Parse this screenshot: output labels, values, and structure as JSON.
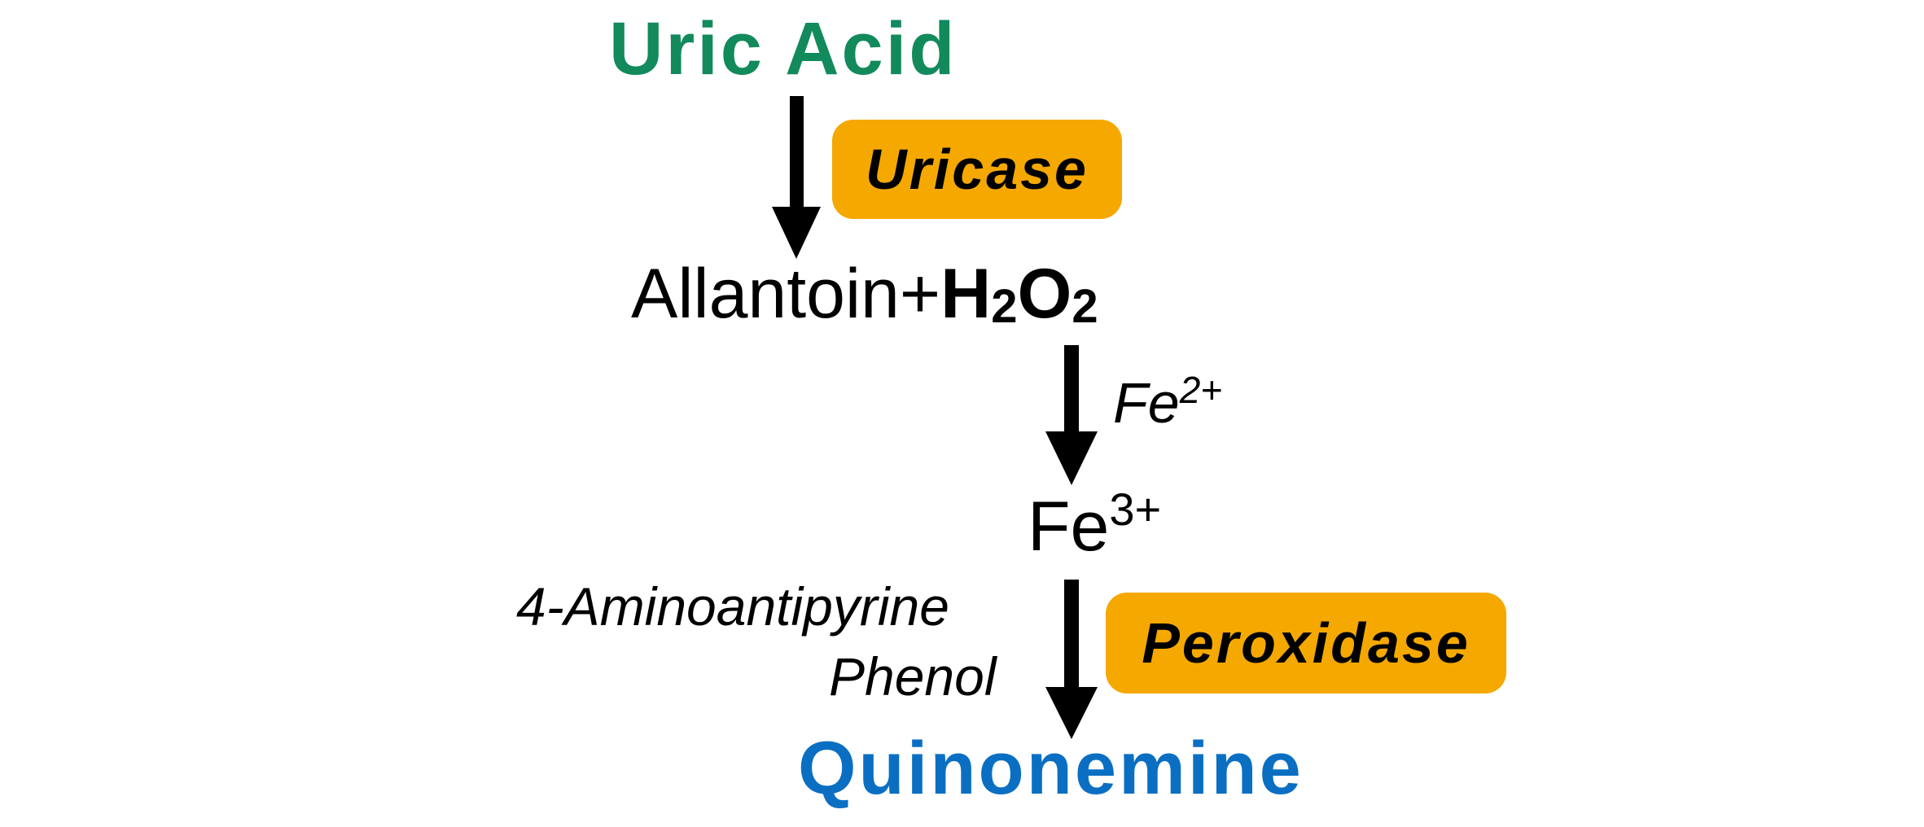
{
  "colors": {
    "substrate": "#128a5c",
    "product": "#0a6fc2",
    "enzyme_fill": "#f5a800",
    "arrow": "#000000"
  },
  "substrate": "Uric Acid",
  "enzyme_1": "Uricase",
  "intermediate": {
    "allantoin": "Allantoin+",
    "h2o2_h": "H",
    "h2o2_sub1": "2",
    "h2o2_o": "O",
    "h2o2_sub2": "2"
  },
  "cofactor_in": {
    "symbol": "Fe",
    "charge": "2+"
  },
  "cofactor_out": {
    "symbol": "Fe",
    "charge": "3+"
  },
  "reagents": [
    "4-Aminoantipyrine",
    "Phenol"
  ],
  "enzyme_2": "Peroxidase",
  "product": "Quinonemine"
}
